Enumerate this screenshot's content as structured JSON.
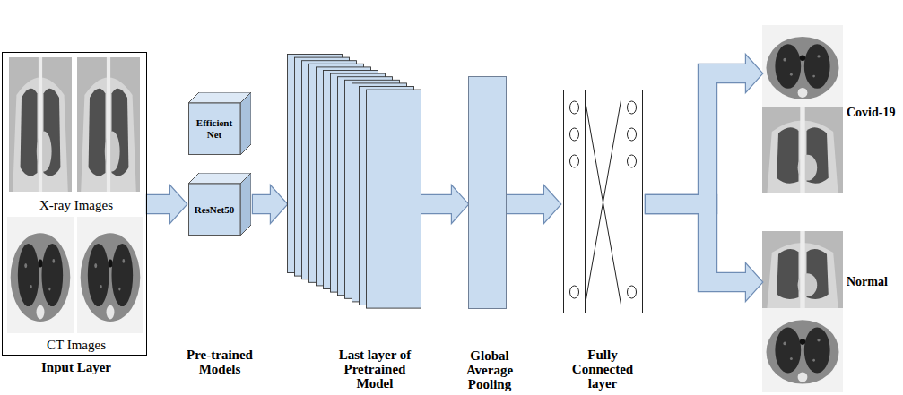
{
  "diagram": {
    "nodes": [
      {
        "text": [
          "X-ray Images",
          "CT Images",
          "Input Layer"
        ]
      },
      {
        "text": [
          "Pre-trained Models"
        ]
      },
      {
        "text": [
          "Efficient Net"
        ],
        "in": 1
      },
      {
        "text": [
          "ResNet50"
        ],
        "in": 1
      },
      {
        "text": [
          "Last layer of Pretrained Model"
        ]
      },
      {
        "text": [
          "Global Average Pooling"
        ]
      },
      {
        "text": [
          "Fully Connected layer"
        ]
      },
      {
        "text": [
          "Covid-19"
        ]
      },
      {
        "text": [
          "Normal"
        ]
      }
    ],
    "edges": [
      {
        "from": 0,
        "to": 1,
        "arrow": "to"
      },
      {
        "from": 1,
        "to": 4,
        "arrow": "to"
      },
      {
        "from": 4,
        "to": 5,
        "arrow": "to"
      },
      {
        "from": 5,
        "to": 6,
        "arrow": "to"
      },
      {
        "from": 6,
        "to": 7,
        "arrow": "to"
      },
      {
        "from": 6,
        "to": 8,
        "arrow": "to"
      }
    ]
  }
}
